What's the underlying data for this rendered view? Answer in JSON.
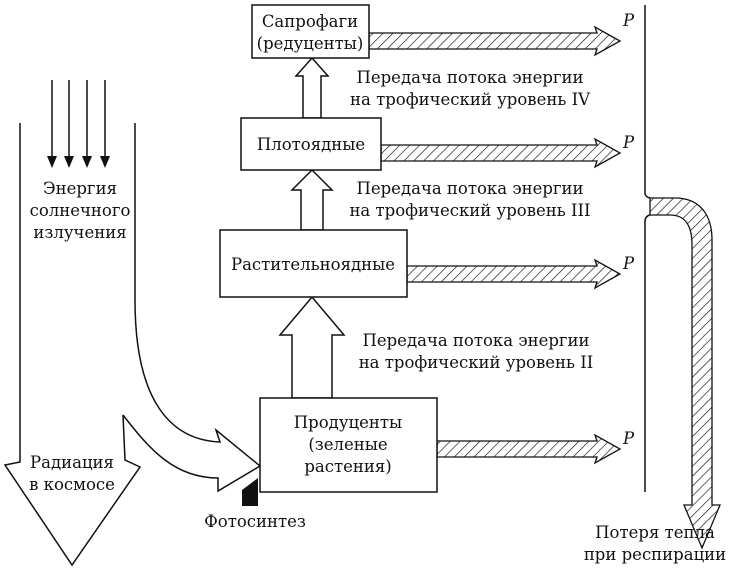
{
  "boxes": {
    "saprophages": [
      "Сапрофаги",
      "(редуценты)"
    ],
    "carnivores": "Плотоядные",
    "herbivores": "Растительноядные",
    "producers": [
      "Продуценты",
      "(зеленые",
      "растения)"
    ]
  },
  "transfers": {
    "level4": [
      "Передача потока энергии",
      "на трофический уровень IV"
    ],
    "level3": [
      "Передача потока энергии",
      "на трофический уровень III"
    ],
    "level2": [
      "Передача потока энергии",
      "на трофический уровень II"
    ]
  },
  "solar_energy": [
    "Энергия",
    "солнечного",
    "излучения"
  ],
  "space_radiation": [
    "Радиация",
    "в космосе"
  ],
  "photosynthesis": "Фотосинтез",
  "heat_loss": [
    "Потеря тепла",
    "при респирации"
  ],
  "production_label": "P"
}
